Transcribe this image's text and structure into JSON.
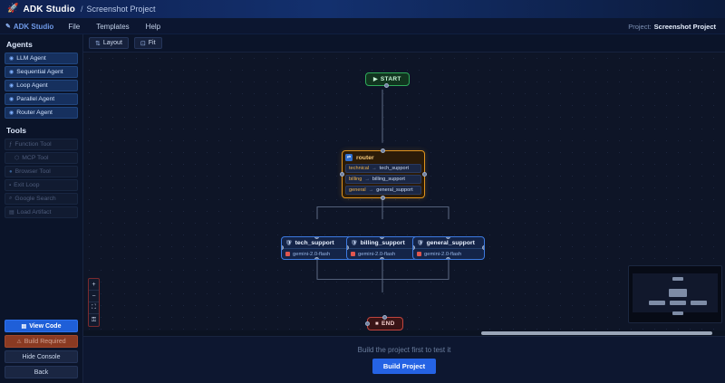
{
  "titlebar": {
    "icon": "rocket-icon",
    "app_name": "ADK Studio",
    "separator": "/",
    "project_name": "Screenshot Project"
  },
  "menubar": {
    "brand": "ADK Studio",
    "brand_icon": "pen-icon",
    "items": [
      {
        "label": "File"
      },
      {
        "label": "Templates"
      },
      {
        "label": "Help"
      }
    ],
    "project_label": "Project:",
    "project_value": "Screenshot Project"
  },
  "sidebar": {
    "agents_heading": "Agents",
    "agents": [
      {
        "label": "LLM Agent",
        "icon": "node-circle-icon"
      },
      {
        "label": "Sequential Agent",
        "icon": "node-circle-icon"
      },
      {
        "label": "Loop Agent",
        "icon": "node-circle-icon"
      },
      {
        "label": "Parallel Agent",
        "icon": "node-circle-icon"
      },
      {
        "label": "Router Agent",
        "icon": "node-circle-icon"
      }
    ],
    "tools_heading": "Tools",
    "tools": [
      {
        "label": "Function Tool",
        "icon": "function-icon"
      },
      {
        "label": "MCP Tool",
        "icon": "plug-icon"
      },
      {
        "label": "Browser Tool",
        "icon": "globe-icon"
      },
      {
        "label": "Exit Loop",
        "icon": "stop-icon"
      },
      {
        "label": "Google Search",
        "icon": "search-icon"
      },
      {
        "label": "Load Artifact",
        "icon": "file-icon"
      }
    ],
    "buttons": [
      {
        "label": "View Code",
        "icon": "code-icon",
        "style": "primary"
      },
      {
        "label": "Build Required",
        "icon": "warning-icon",
        "style": "warn"
      },
      {
        "label": "Hide Console",
        "icon": "",
        "style": "dark"
      },
      {
        "label": "Back",
        "icon": "",
        "style": "dark"
      }
    ]
  },
  "canvas_toolbar": {
    "buttons": [
      {
        "label": "Layout",
        "icon": "layout-icon"
      },
      {
        "label": "Fit",
        "icon": "fit-icon"
      }
    ]
  },
  "graph": {
    "start_node": {
      "label": "START",
      "glyph": "play-icon"
    },
    "end_node": {
      "label": "END",
      "glyph": "stop-icon"
    },
    "router_node": {
      "title": "router",
      "badge_icon": "router-icon",
      "routes": [
        {
          "key": "technical",
          "arrow": "→",
          "value": "tech_support"
        },
        {
          "key": "billing",
          "arrow": "→",
          "value": "billing_support"
        },
        {
          "key": "general",
          "arrow": "→",
          "value": "general_support"
        }
      ]
    },
    "agent_nodes": [
      {
        "title": "tech_support",
        "model": "gemini-2.0-flash",
        "icon": "shield-icon"
      },
      {
        "title": "billing_support",
        "model": "gemini-2.0-flash",
        "icon": "shield-icon"
      },
      {
        "title": "general_support",
        "model": "gemini-2.0-flash",
        "icon": "shield-icon"
      }
    ]
  },
  "zoom_controls": [
    {
      "label": "+",
      "name": "zoom-in"
    },
    {
      "label": "−",
      "name": "zoom-out"
    },
    {
      "label": "⛶",
      "name": "fit-view"
    },
    {
      "label": "⚿",
      "name": "lock-view"
    }
  ],
  "console": {
    "message": "Build the project first to test it",
    "build_button": "Build Project"
  },
  "colors": {
    "accent_blue": "#2563e4",
    "router_orange": "#e0941d",
    "start_green": "#2faa5a",
    "end_red": "#c0453f",
    "agent_blue": "#3c7ae0",
    "canvas_bg": "#0e1527",
    "sidebar_bg": "#0b1429"
  }
}
